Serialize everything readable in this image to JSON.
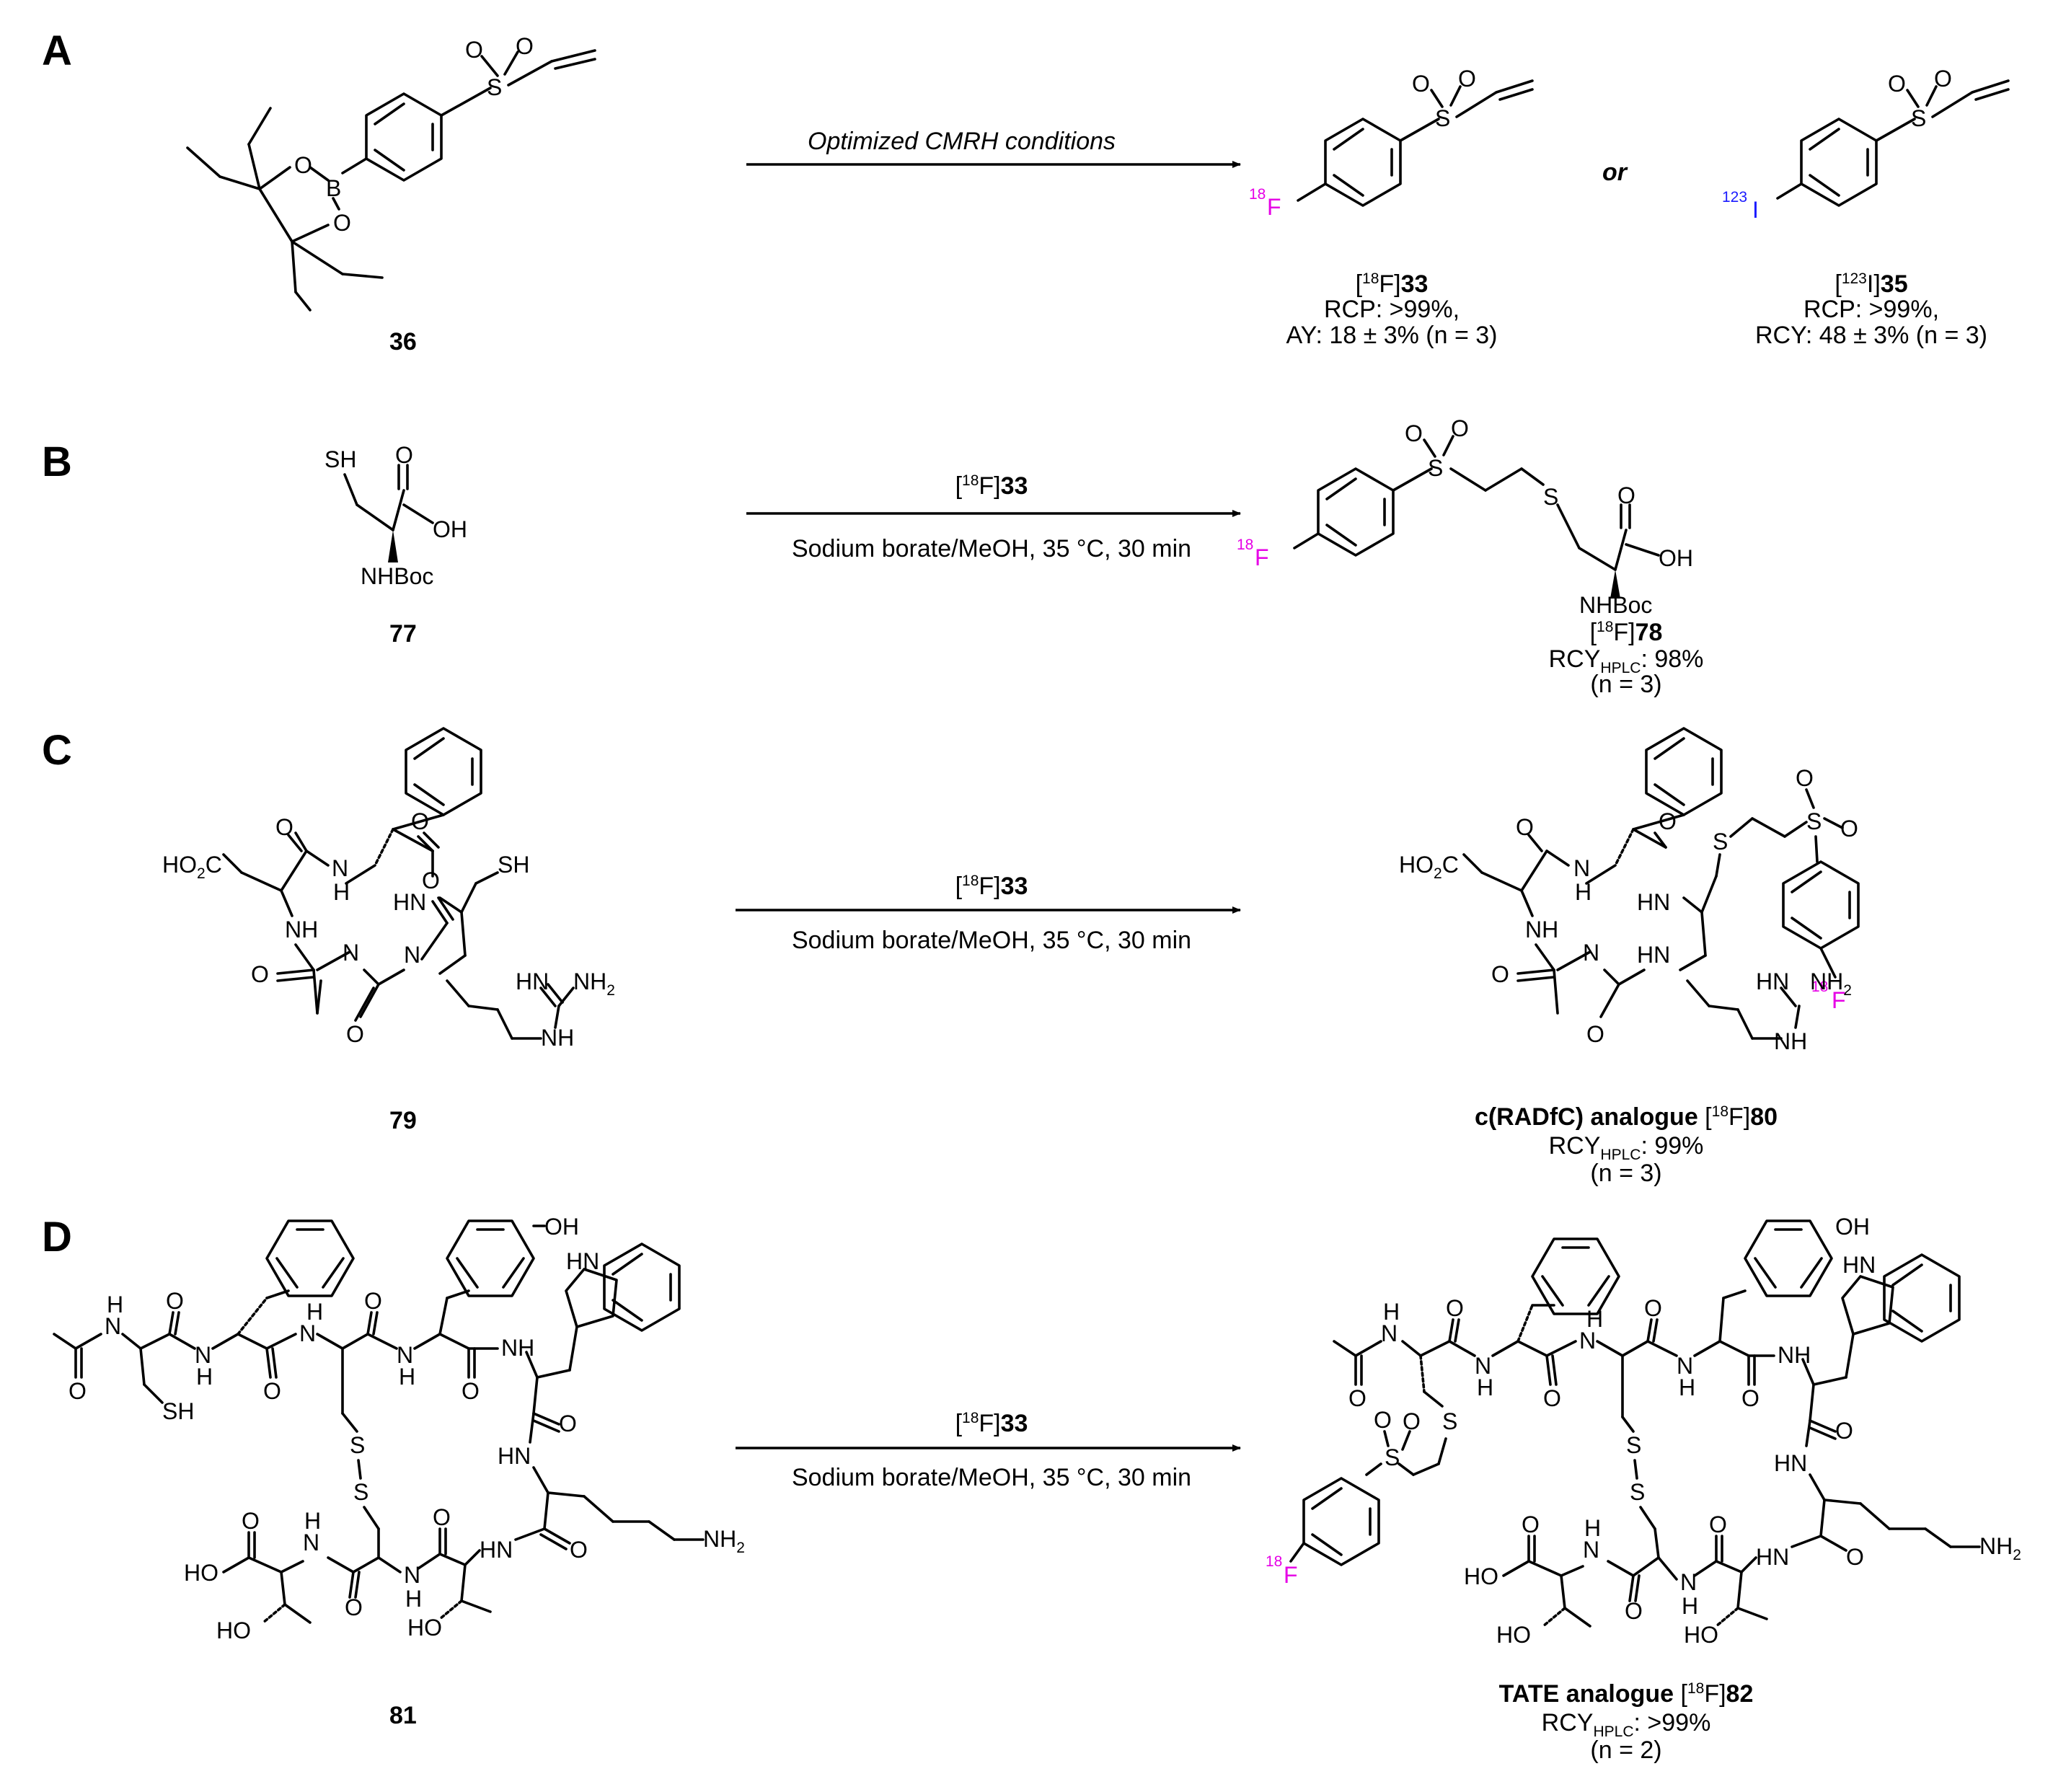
{
  "colors": {
    "fluorine": "#e600e6",
    "iodine": "#1a1aff",
    "ink": "#000000"
  },
  "panels": {
    "A": {
      "letter": "A",
      "reagent": {
        "label": "36"
      },
      "conditions": "Optimized CMRH conditions",
      "or_text": "or",
      "product1": {
        "iso_mass": "18",
        "iso_elem": "F",
        "label": "33",
        "line2": "RCP: >99%,",
        "line3": "AY:  18 ± 3% (n = 3)"
      },
      "product2": {
        "iso_mass": "123",
        "iso_elem": "I",
        "label": "35",
        "line2": "RCP: >99%,",
        "line3": "RCY: 48 ± 3% (n = 3)"
      }
    },
    "B": {
      "letter": "B",
      "reagent": {
        "label": "77"
      },
      "conditions_top_label": "33",
      "conditions_bottom": "Sodium borate/MeOH, 35 °C, 30 min",
      "product": {
        "label": "78",
        "yield_main": "RCY",
        "yield_sub": "HPLC",
        "yield_value": ": 98%",
        "n": "(n = 3)"
      }
    },
    "C": {
      "letter": "C",
      "reagent": {
        "label": "79"
      },
      "conditions_top_label": "33",
      "conditions_bottom": "Sodium borate/MeOH, 35 °C, 30 min",
      "product": {
        "name": "c(RADfC) analogue",
        "label": "80",
        "yield_main": "RCY",
        "yield_sub": "HPLC",
        "yield_value": ": 99%",
        "n": "(n = 3)"
      }
    },
    "D": {
      "letter": "D",
      "reagent": {
        "label": "81"
      },
      "conditions_top_label": "33",
      "conditions_bottom": "Sodium borate/MeOH, 35 °C, 30 min",
      "product": {
        "name": "TATE analogue",
        "label": "82",
        "yield_main": "RCY",
        "yield_sub": "HPLC",
        "yield_value": ": >99%",
        "n": "(n = 2)"
      }
    }
  },
  "atoms": {
    "O": "O",
    "S": "S",
    "B": "B",
    "F": "F",
    "I": "I",
    "H": "H",
    "SH": "SH",
    "OH": "OH",
    "NH": "NH",
    "HN": "HN",
    "HO": "HO",
    "NHBoc": "NHBoc",
    "HO2C": "HO",
    "two": "2",
    "C": "C",
    "NH2": "NH",
    "N": "N"
  },
  "iso": {
    "m18": "18",
    "m123": "123"
  }
}
